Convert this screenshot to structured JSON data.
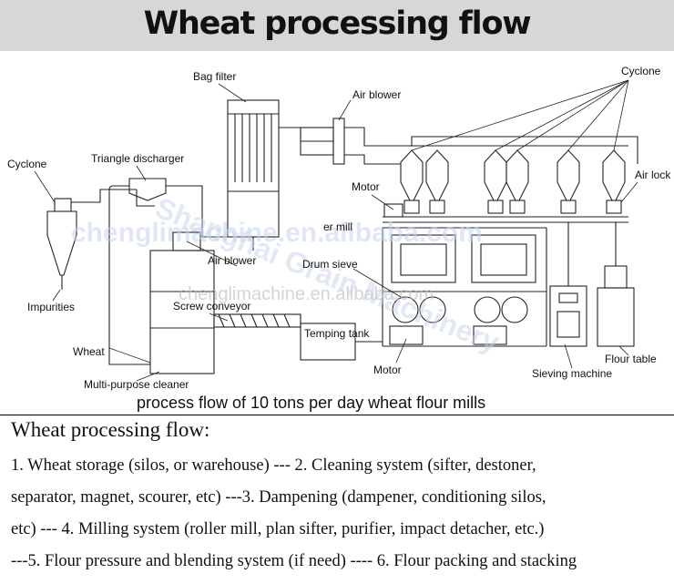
{
  "title": "Wheat processing flow",
  "diagram": {
    "labels": {
      "bag_filter": "Bag filter",
      "air_blower_top": "Air blower",
      "cyclone_right": "Cyclone",
      "cyclone_left": "Cyclone",
      "triangle_discharger": "Triangle discharger",
      "motor_top": "Motor",
      "air_lock": "Air lock",
      "roller_mill": "er mill",
      "air_blower_mid": "Air blower",
      "drum_sieve": "Drum sieve",
      "impurities": "Impurities",
      "screw_conveyor": "Screw conveyor",
      "tempering_tank": "Temping tank",
      "wheat": "Wheat",
      "flour_table": "Flour table",
      "motor_bottom": "Motor",
      "sieving_machine": "Sieving machine",
      "multi_purpose_cleaner": "Multi-purpose cleaner"
    },
    "caption": "process flow of 10 tons per day wheat flour mills",
    "watermarks": [
      "chenglimachine.en.alibaba.com",
      "chenglimachine.en.alibaba.com",
      "Shanghai Grain Machinery"
    ]
  },
  "flow": {
    "heading": "Wheat processing flow:",
    "lines": [
      "1. Wheat storage (silos, or warehouse) --- 2. Cleaning system (sifter, destoner,",
      "separator, magnet, scourer, etc) ---3. Dampening (dampener, conditioning silos,",
      "etc) --- 4. Milling system (roller mill, plan sifter, purifier, impact detacher, etc.)",
      "---5. Flour pressure and blending system (if need) ---- 6. Flour packing and stacking"
    ]
  }
}
